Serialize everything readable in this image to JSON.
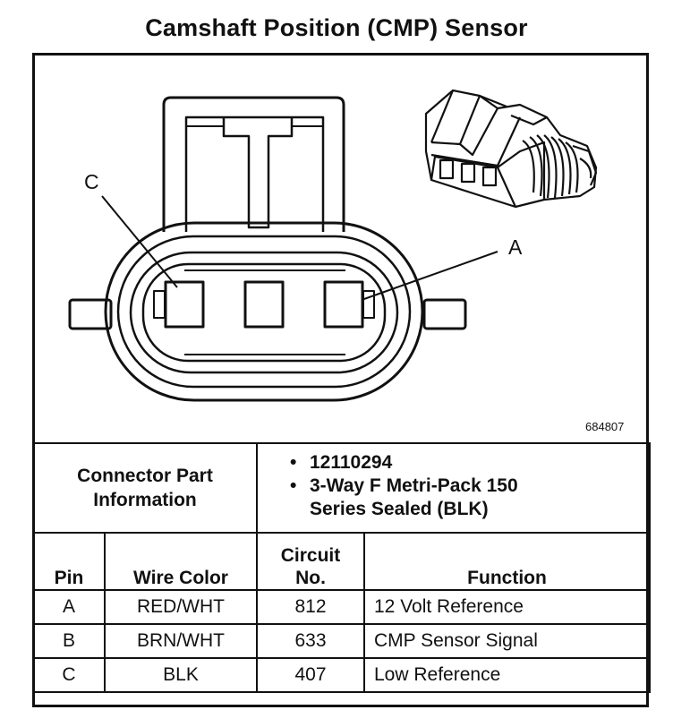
{
  "title": "Camshaft Position (CMP) Sensor",
  "figure": {
    "callout_c": "C",
    "callout_a": "A",
    "figure_id": "684807"
  },
  "connector": {
    "label": "Connector Part Information",
    "items": [
      "12110294",
      "3-Way F Metri-Pack 150 Series Sealed (BLK)"
    ]
  },
  "table": {
    "headers": {
      "pin": "Pin",
      "wire_color": "Wire Color",
      "circuit_no": "Circuit No.",
      "function": "Function"
    },
    "rows": [
      {
        "pin": "A",
        "wire_color": "RED/WHT",
        "circuit": "812",
        "function": "12 Volt Reference"
      },
      {
        "pin": "B",
        "wire_color": "BRN/WHT",
        "circuit": "633",
        "function": "CMP Sensor Signal"
      },
      {
        "pin": "C",
        "wire_color": "BLK",
        "circuit": "407",
        "function": "Low Reference"
      }
    ]
  }
}
